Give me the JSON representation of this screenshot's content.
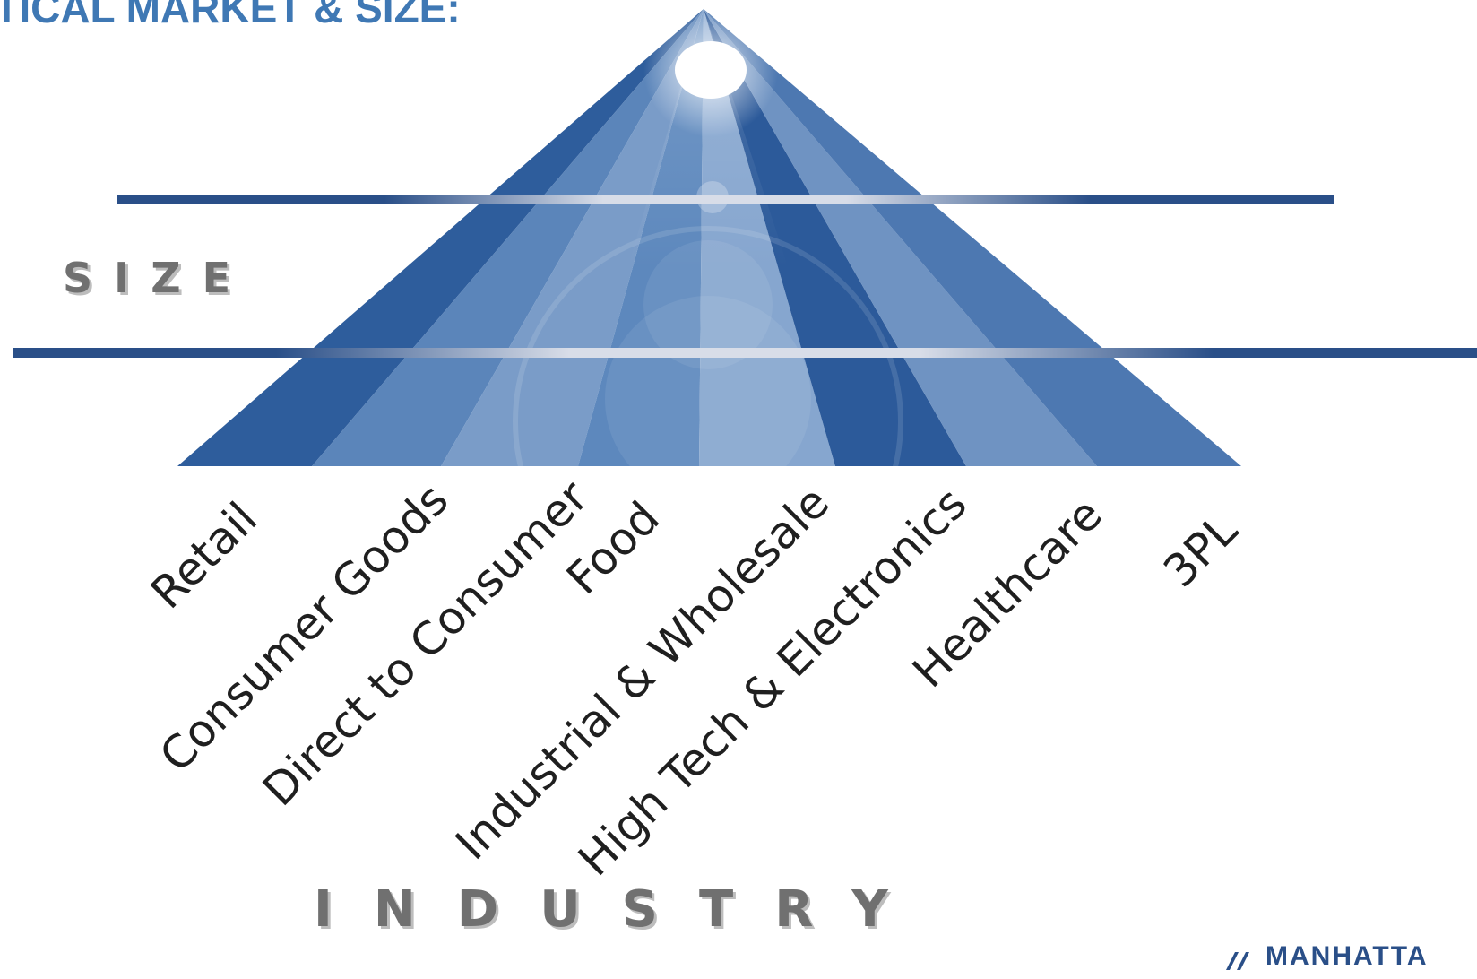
{
  "title": "RTICAL MARKET & SIZE:",
  "axis_labels": {
    "size": "SIZE",
    "industry": "INDUSTRY"
  },
  "categories": [
    "Retail",
    "Consumer Goods",
    "Direct to Consumer",
    "Food",
    "Industrial & Wholesale",
    "High Tech & Electronics",
    "Healthcare",
    "3PL"
  ],
  "logo": {
    "text": "MANHATTA"
  },
  "colors": {
    "title": "#3f78b4",
    "pyramid_dark": "#2e5d9c",
    "pyramid_mid": "#5b85ba",
    "pyramid_light": "#7a9cc8",
    "band_line": "#2a4f88",
    "axis_text": "#707070",
    "logo": "#2a4f88"
  }
}
